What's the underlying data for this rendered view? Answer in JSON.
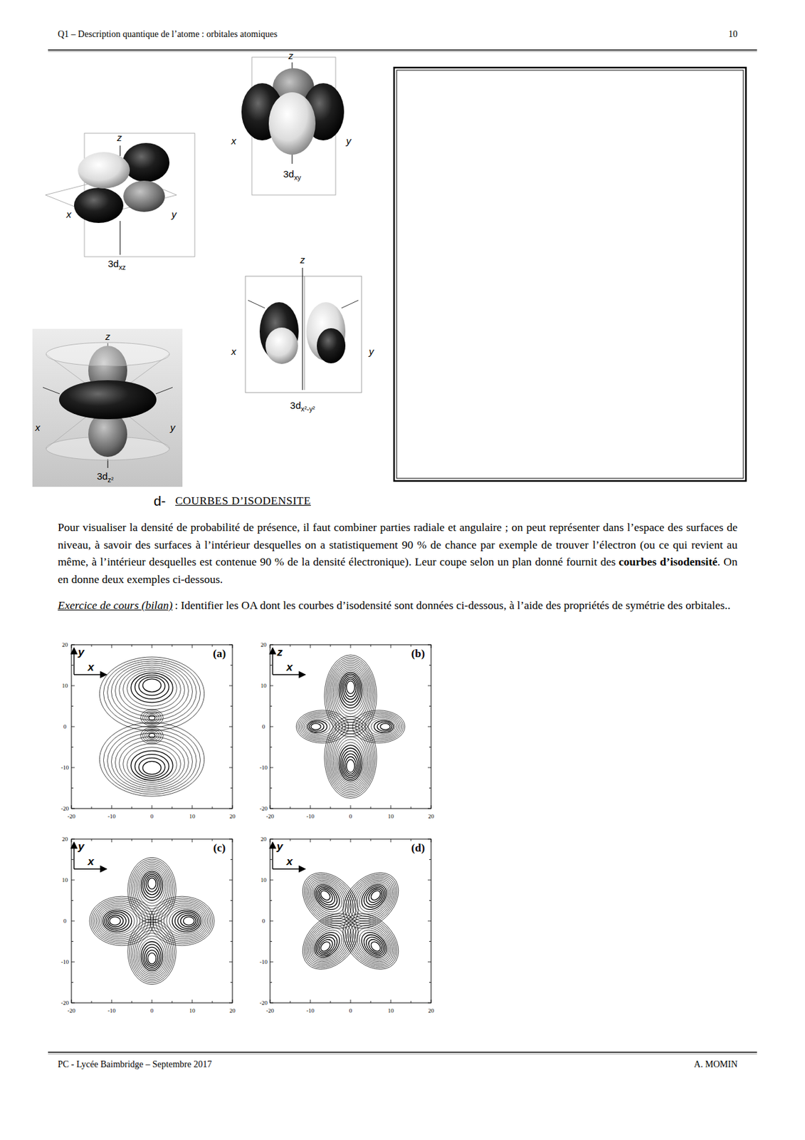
{
  "diagram": {
    "title": "Q1 – Description quantique de l’atome : orbitales atomiques",
    "labels": [
      "10",
      "z",
      "x",
      "y",
      "3d",
      "xz",
      "z",
      "x",
      "y",
      "3d",
      "xy",
      "z",
      "x",
      "y",
      "3d",
      "x²-y²",
      "z",
      "x",
      "y",
      "3d",
      "z²",
      "d-",
      "COURBES D’ISODENSITE",
      "Pour visualiser la densité de probabilité de présence, il faut combiner parties radiale et angulaire ; on peut représenter dans l’espace des surfaces de niveau, à savoir des surfaces à l’intérieur desquelles on a statistiquement 90 % de chance par exemple de trouver l’électron (ou ce qui revient au même, à l’intérieur desquelles est contenue 90 % de la densité électronique). Leur coupe selon un plan donné fournit des",
      "courbes d’isodensité",
      ". On en donne deux exemples ci-dessous.",
      "Exercice de cours (bilan)",
      ": Identifier les OA dont les courbes d’isodensité sont données ci-dessous, à l’aide des propriétés de symétrie des orbitales..",
      "(a)",
      "y",
      "x",
      "(b)",
      "z",
      "x",
      "(c)",
      "y",
      "x",
      "(d)",
      "y",
      "x",
      "PC - Lycée Baimbridge – Septembre 2017",
      "A. MOMIN",
      "20",
      "10",
      "0",
      "-10",
      "-20",
      "-20",
      "-10",
      "0",
      "10",
      "20",
      "20",
      "10",
      "0",
      "-10",
      "-20",
      "-20",
      "-10",
      "0",
      "10",
      "20",
      "20",
      "10",
      "0",
      "-10",
      "-20",
      "-20",
      "-10",
      "0",
      "10",
      "20",
      "20",
      "10",
      "0",
      "-10",
      "-20",
      "-20",
      "-10",
      "0",
      "10",
      "20"
    ]
  }
}
